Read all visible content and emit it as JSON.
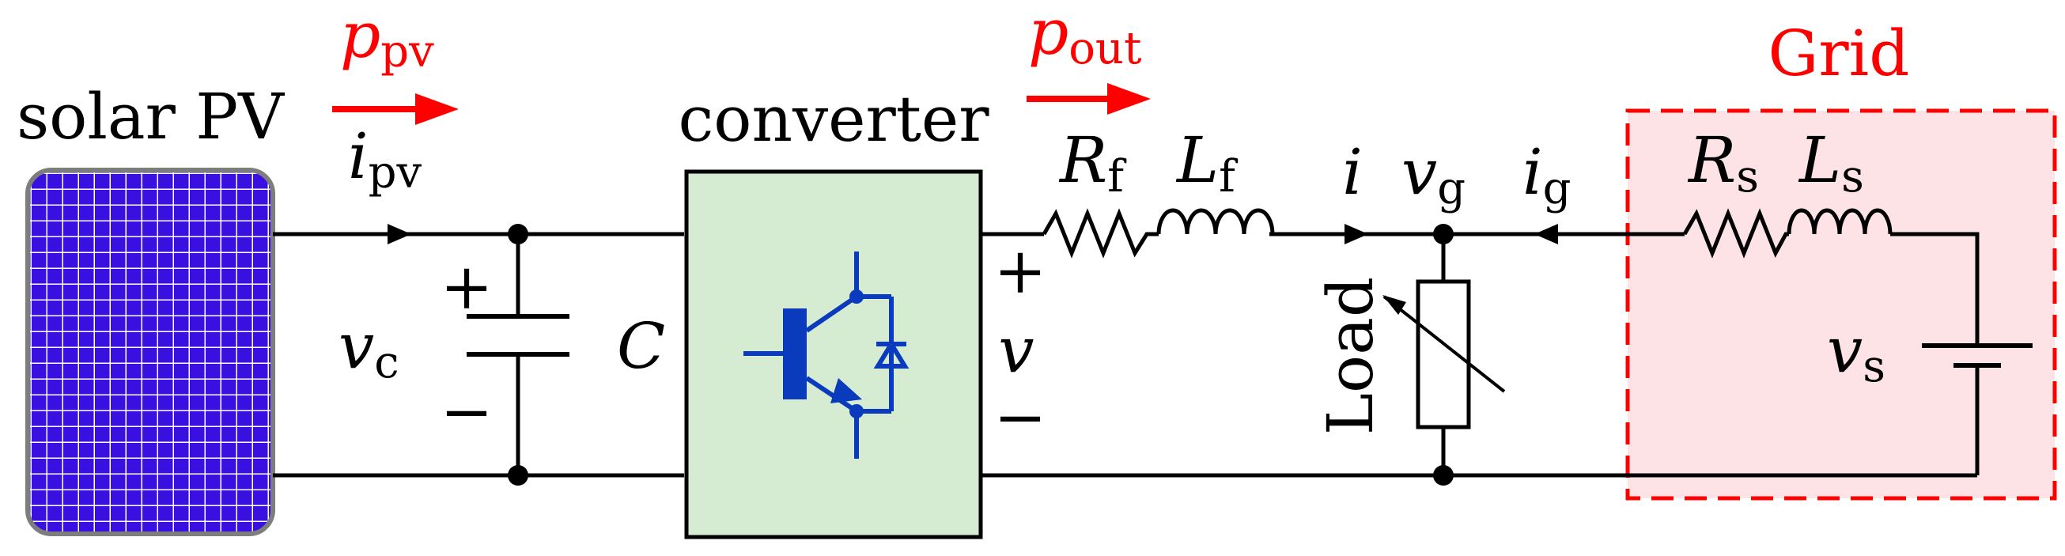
{
  "labels": {
    "solar_pv": "solar PV",
    "converter": "converter",
    "grid": "Grid",
    "load": "Load",
    "p": "p",
    "p_pv_sub": "pv",
    "p_out_sub": "out",
    "i": "i",
    "i_pv_sub": "pv",
    "v": "v",
    "v_c_sub": "c",
    "C": "C",
    "R": "R",
    "R_f_sub": "f",
    "L": "L",
    "L_f_sub": "f",
    "v_g_sub": "g",
    "i_g_sub": "g",
    "R_s_sub": "s",
    "L_s_sub": "s",
    "v_s_sub": "s",
    "plus": "+",
    "minus": "−"
  },
  "colors": {
    "wire": "#000000",
    "power_arrow": "#ff0000",
    "grid_label": "#ff0000",
    "grid_box_fill": "#fde3e6",
    "grid_box_border": "#ff0000",
    "converter_fill": "#d6ecd2",
    "igbt": "#0a3bbd",
    "pv_cell_fill": "#3a10e0",
    "pv_grid_lines": "#ffffff",
    "pv_border": "#7d7d7d"
  }
}
